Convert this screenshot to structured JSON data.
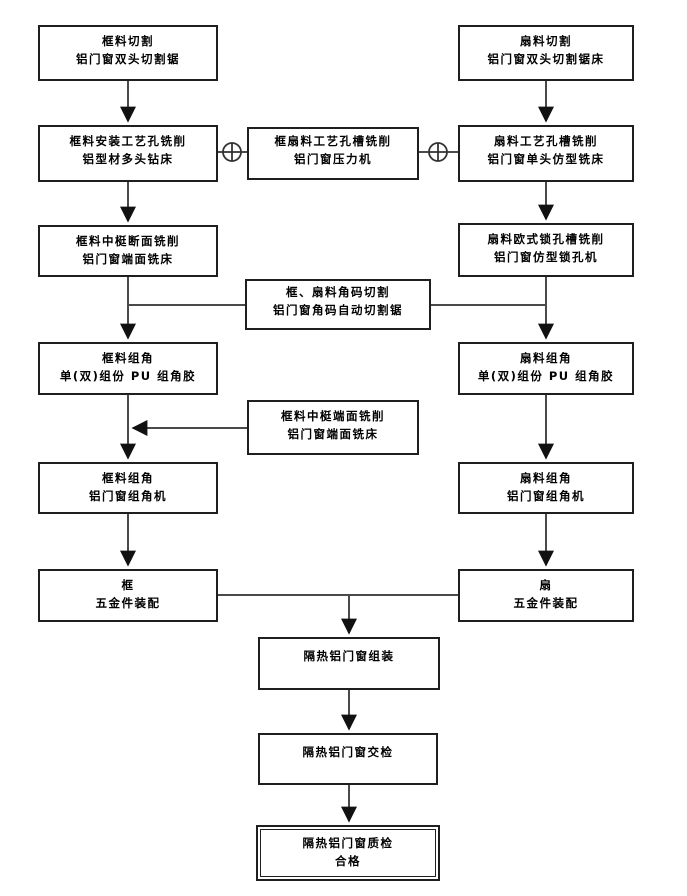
{
  "flowchart": {
    "description": "Insulated aluminium door and window production process flow",
    "ink_color": "#1f1f1f",
    "line_color": "#4a4a4a",
    "connector_symbol": "crossed-circle",
    "boxes": [
      {
        "id": "frame-cutting",
        "lines": [
          "框料切割",
          "铝门窗双头切割锯"
        ]
      },
      {
        "id": "sash-cutting",
        "lines": [
          "扇料切割",
          "铝门窗双头切割锯床"
        ]
      },
      {
        "id": "frame-install-hole-mill",
        "lines": [
          "框料安装工艺孔铣削",
          "铝型材多头钻床"
        ]
      },
      {
        "id": "frame-sash-slot-mill",
        "lines": [
          "框扇料工艺孔槽铣削",
          "铝门窗压力机"
        ]
      },
      {
        "id": "sash-slot-mill",
        "lines": [
          "扇料工艺孔槽铣削",
          "铝门窗单头仿型铣床"
        ]
      },
      {
        "id": "frame-mullion-section",
        "lines": [
          "框料中梃断面铣削",
          "铝门窗端面铣床"
        ]
      },
      {
        "id": "sash-lock-hole-mill",
        "lines": [
          "扇料欧式锁孔槽铣削",
          "铝门窗仿型锁孔机"
        ]
      },
      {
        "id": "corner-key-cutting",
        "lines": [
          "框、扇料角码切割",
          "铝门窗角码自动切割锯"
        ]
      },
      {
        "id": "frame-corner-glue",
        "lines": [
          "框料组角",
          "单(双)组份 PU 组角胶"
        ]
      },
      {
        "id": "sash-corner-glue",
        "lines": [
          "扇料组角",
          "单(双)组份 PU 组角胶"
        ]
      },
      {
        "id": "frame-mullion-end-mill",
        "lines": [
          "框料中梃端面铣削",
          "铝门窗端面铣床"
        ]
      },
      {
        "id": "frame-corner-crimping",
        "lines": [
          "框料组角",
          "铝门窗组角机"
        ]
      },
      {
        "id": "sash-corner-crimping",
        "lines": [
          "扇料组角",
          "铝门窗组角机"
        ]
      },
      {
        "id": "frame-hardware-assembly",
        "lines": [
          "框",
          "五金件装配"
        ]
      },
      {
        "id": "sash-hardware-assembly",
        "lines": [
          "扇",
          "五金件装配"
        ]
      },
      {
        "id": "window-assembly",
        "lines": [
          "隔热铝门窗组装"
        ]
      },
      {
        "id": "window-cross-inspection",
        "lines": [
          "隔热铝门窗交检"
        ]
      },
      {
        "id": "window-quality-pass",
        "lines": [
          "隔热铝门窗质检",
          "合格"
        ]
      }
    ]
  }
}
